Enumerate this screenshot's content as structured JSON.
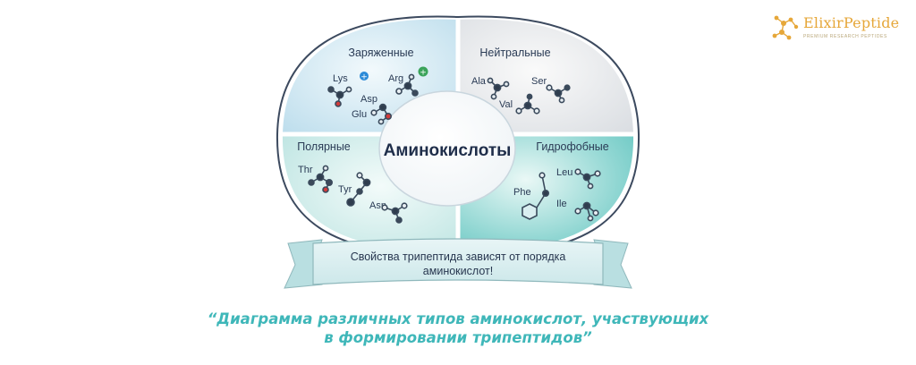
{
  "logo": {
    "name": "ElixirPeptide",
    "tagline": "PREMIUM RESEARCH PEPTIDES"
  },
  "diagram": {
    "center": "Аминокислоты",
    "groups": {
      "charged": {
        "title": "Заряженные",
        "amino_acids": [
          "Lys",
          "Arg",
          "Asp",
          "Glu"
        ]
      },
      "neutral": {
        "title": "Нейтральные",
        "amino_acids": [
          "Ala",
          "Ser",
          "Val"
        ]
      },
      "polar": {
        "title": "Полярные",
        "amino_acids": [
          "Thr",
          "Tyr",
          "Asn"
        ]
      },
      "hydrophobic": {
        "title": "Гидрофобные",
        "amino_acids": [
          "Leu",
          "Phe",
          "Ile"
        ]
      }
    },
    "ribbon": {
      "line1": "Свойства трипептида зависят от порядка",
      "line2": "аминокислот!"
    }
  },
  "caption": {
    "line1": "“Диаграмма различных типов аминокислот, участвующих",
    "line2": "в формировании трипептидов”"
  },
  "colors": {
    "charged_fill": "#bfe0ef",
    "neutral_fill": "#dfe3e8",
    "polar_fill": "#bfe6e4",
    "hydrophobic_fill": "#62c6c2",
    "caption": "#3fb7b9",
    "logo": "#e6a739"
  }
}
